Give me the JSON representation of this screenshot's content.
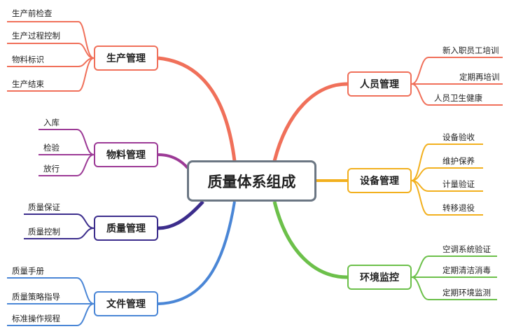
{
  "root": "质量体系组成",
  "branches": [
    {
      "label": "生产管理",
      "color": "#f0705a",
      "items": [
        "生产前检查",
        "生产过程控制",
        "物料标识",
        "生产结束"
      ]
    },
    {
      "label": "物料管理",
      "color": "#9c3a96",
      "items": [
        "入库",
        "检验",
        "放行"
      ]
    },
    {
      "label": "质量管理",
      "color": "#3c2d8c",
      "items": [
        "质量保证",
        "质量控制"
      ]
    },
    {
      "label": "文件管理",
      "color": "#4a86d6",
      "items": [
        "质量手册",
        "质量策略指导",
        "标准操作规程"
      ]
    },
    {
      "label": "人员管理",
      "color": "#f0705a",
      "items": [
        "新入职员工培训",
        "定期再培训",
        "人员卫生健康"
      ]
    },
    {
      "label": "设备管理",
      "color": "#f2b01e",
      "items": [
        "设备验收",
        "维护保养",
        "计量验证",
        "转移退役"
      ]
    },
    {
      "label": "环境监控",
      "color": "#6cc04a",
      "items": [
        "空调系统验证",
        "定期清洁消毒",
        "定期环境监测"
      ]
    }
  ]
}
